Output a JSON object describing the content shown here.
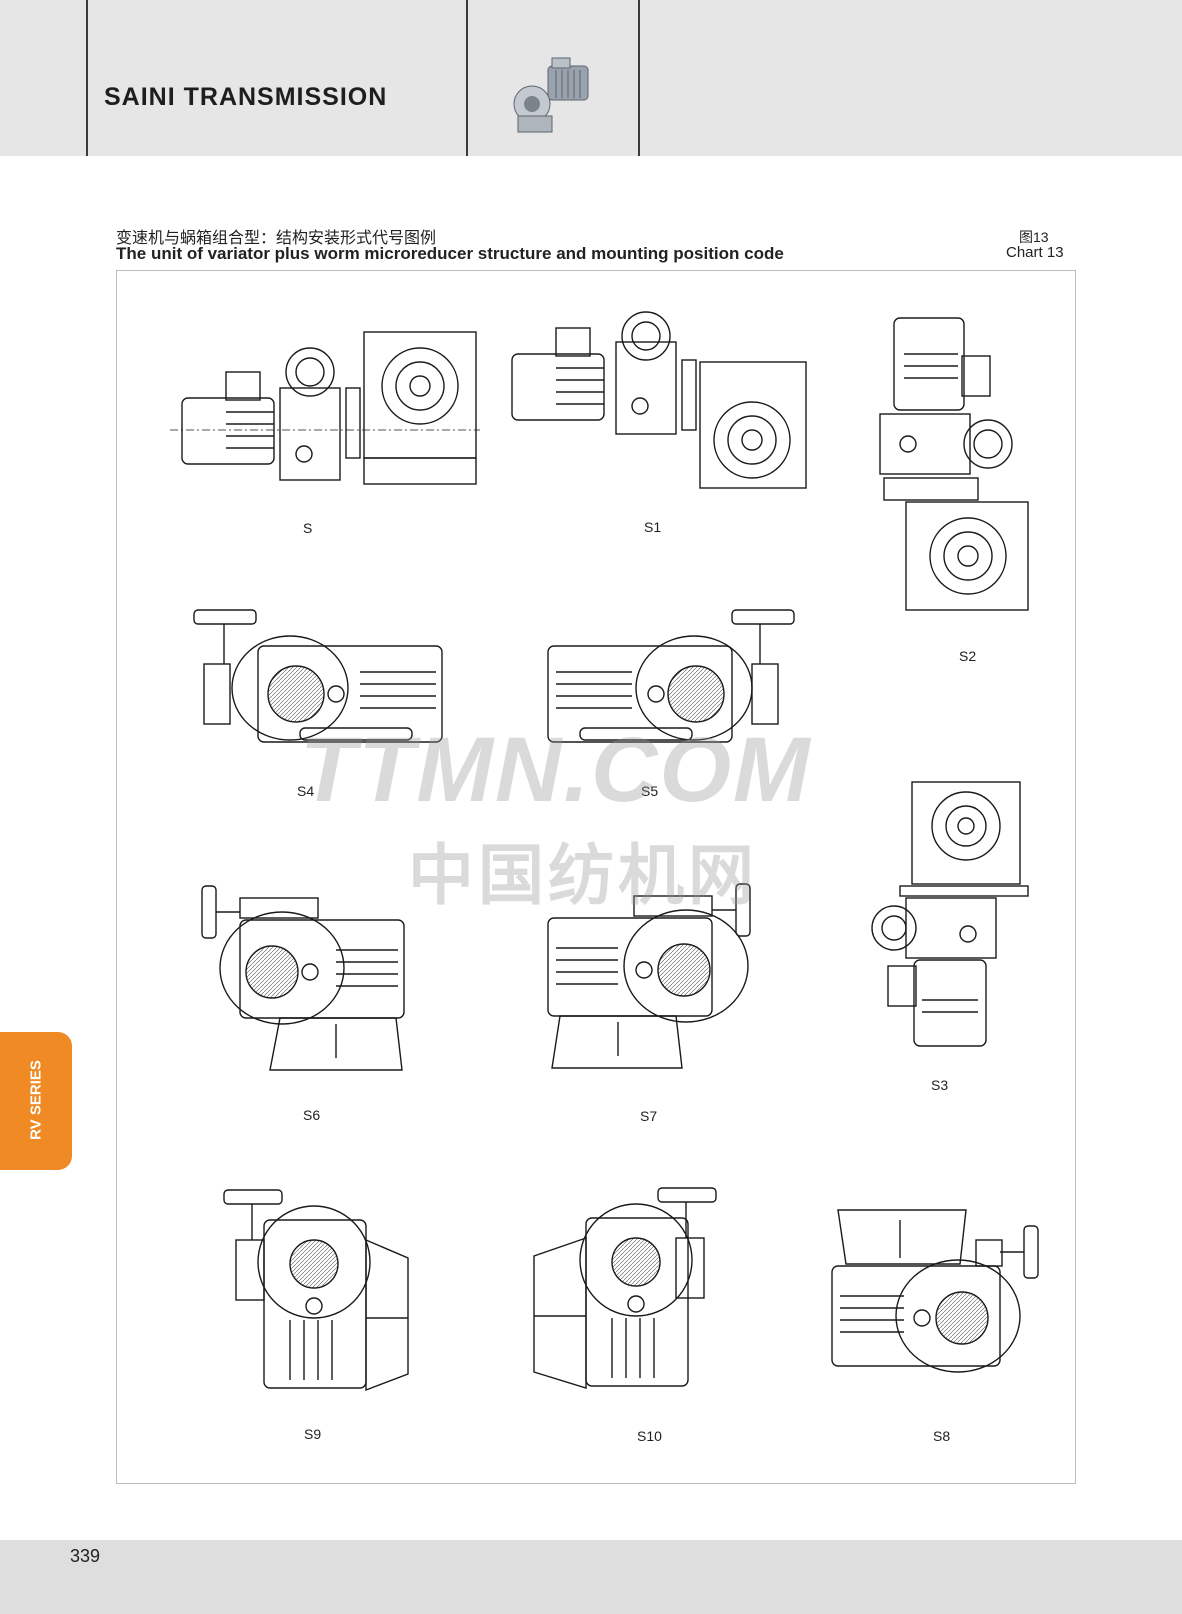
{
  "header": {
    "brand": "SAINI TRANSMISSION",
    "product_image": "worm-gear-motor-icon"
  },
  "title": {
    "cn": "变速机与蜗箱组合型：结构安装形式代号图例",
    "en": "The unit of variator plus worm microreducer structure and mounting position code"
  },
  "chart_ref": {
    "cn": "图13",
    "en": "Chart 13"
  },
  "positions": {
    "S": "S",
    "S1": "S1",
    "S2": "S2",
    "S4": "S4",
    "S5": "S5",
    "S6": "S6",
    "S7": "S7",
    "S3": "S3",
    "S9": "S9",
    "S10": "S10",
    "S8": "S8"
  },
  "watermark": {
    "line1": "TTMN.COM",
    "line2": "中国纺机网"
  },
  "side_tab": {
    "label": "RV SERIES",
    "color": "#f08a24"
  },
  "footer": {
    "page_number": "339"
  }
}
